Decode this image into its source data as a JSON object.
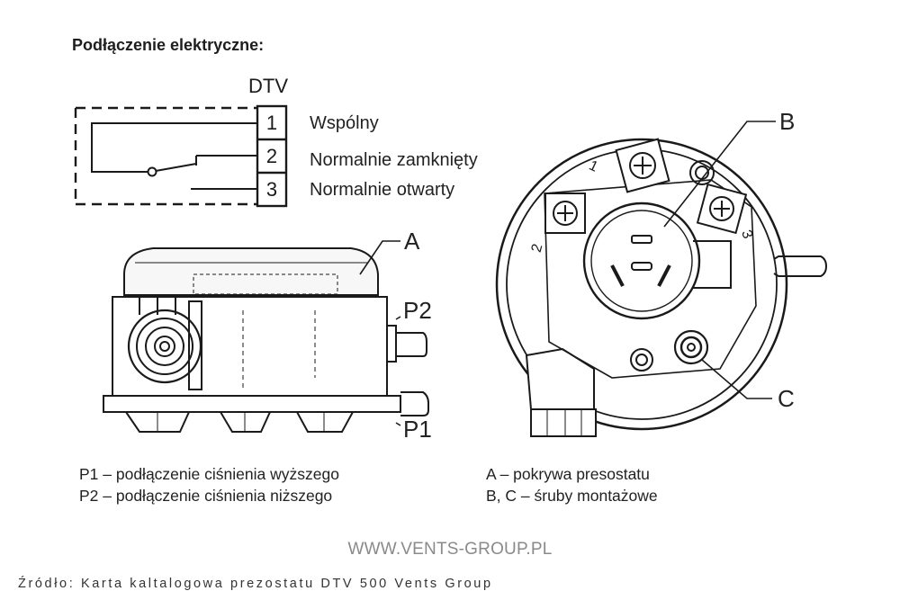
{
  "heading": "Podłączenie elektryczne:",
  "model": "DTV",
  "terminals": [
    {
      "number": "1",
      "label": "Wspólny"
    },
    {
      "number": "2",
      "label": "Normalnie zamknięty"
    },
    {
      "number": "3",
      "label": "Normalnie otwarty"
    }
  ],
  "callouts": {
    "A": "A",
    "B": "B",
    "C": "C",
    "P1": "P1",
    "P2": "P2"
  },
  "legend_left": [
    "P1 – podłączenie ciśnienia wyższego",
    "P2 – podłączenie ciśnienia niższego"
  ],
  "legend_right": [
    "A – pokrywa presostatu",
    "B, C – śruby montażowe"
  ],
  "website": "WWW.VENTS-GROUP.PL",
  "source": "Źródło: Karta kaltalogowa prezostatu DTV 500 Vents Group"
}
